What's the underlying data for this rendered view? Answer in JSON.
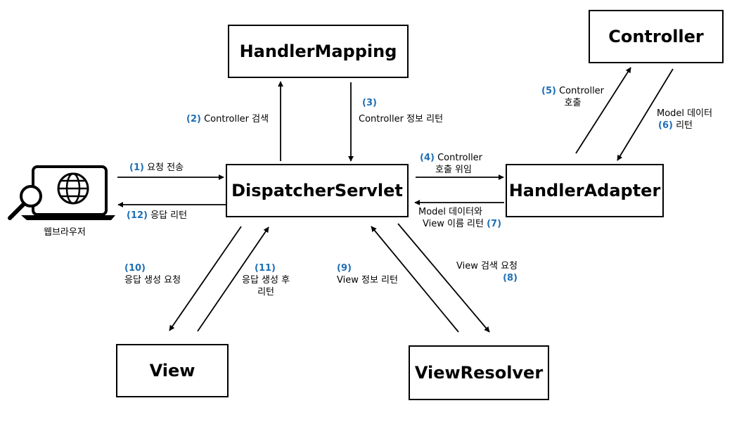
{
  "nodes": {
    "handler_mapping": "HandlerMapping",
    "controller": "Controller",
    "dispatcher_servlet": "DispatcherServlet",
    "handler_adapter": "HandlerAdapter",
    "view": "View",
    "view_resolver": "ViewResolver",
    "browser": "웹브라우저"
  },
  "edges": {
    "e1": {
      "num": "(1)",
      "text": "요청 전송"
    },
    "e2": {
      "num": "(2)",
      "text": "Controller 검색"
    },
    "e3": {
      "num": "(3)",
      "text": "Controller 정보 리턴"
    },
    "e4": {
      "num": "(4)",
      "line1": "Controller",
      "line2": "호출 위임"
    },
    "e5": {
      "num": "(5)",
      "line1": "Controller",
      "line2": "호출"
    },
    "e6": {
      "num": "(6)",
      "line1": "Model 데이터",
      "line2": "리턴"
    },
    "e7": {
      "num": "(7)",
      "line1": "Model 데이터와",
      "line2": "View 이름 리턴"
    },
    "e8": {
      "num": "(8)",
      "text": "View 검색 요청"
    },
    "e9": {
      "num": "(9)",
      "text": "View 정보 리턴"
    },
    "e10": {
      "num": "(10)",
      "text": "응답 생성 요청"
    },
    "e11": {
      "num": "(11)",
      "line1": "응답 생성 후",
      "line2": "리턴"
    },
    "e12": {
      "num": "(12)",
      "text": "응답 리턴"
    }
  },
  "colors": {
    "step_number": "#1f6fb5",
    "line": "#000000"
  },
  "icons": {
    "browser": "laptop-globe-magnifier-icon"
  }
}
